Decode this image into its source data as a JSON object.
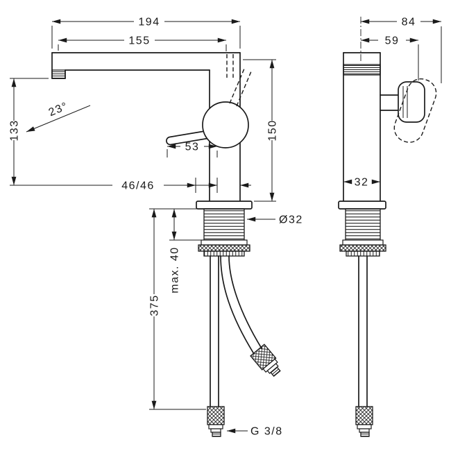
{
  "drawing": {
    "front": {
      "overall_width": "194",
      "spout_reach": "155",
      "spout_height": "133",
      "handle_angle": "23°",
      "handle_length": "53",
      "body_height": "150",
      "offsets": "46/46",
      "shaft_diameter": "Ø32",
      "max_mounting_thickness": "max. 40",
      "hose_length": "375",
      "connection_thread": "G 3/8"
    },
    "side": {
      "overall_depth": "84",
      "handle_depth": "59",
      "body_width": "32"
    },
    "colors": {
      "line": "#1a1a1a",
      "background": "#ffffff"
    }
  }
}
